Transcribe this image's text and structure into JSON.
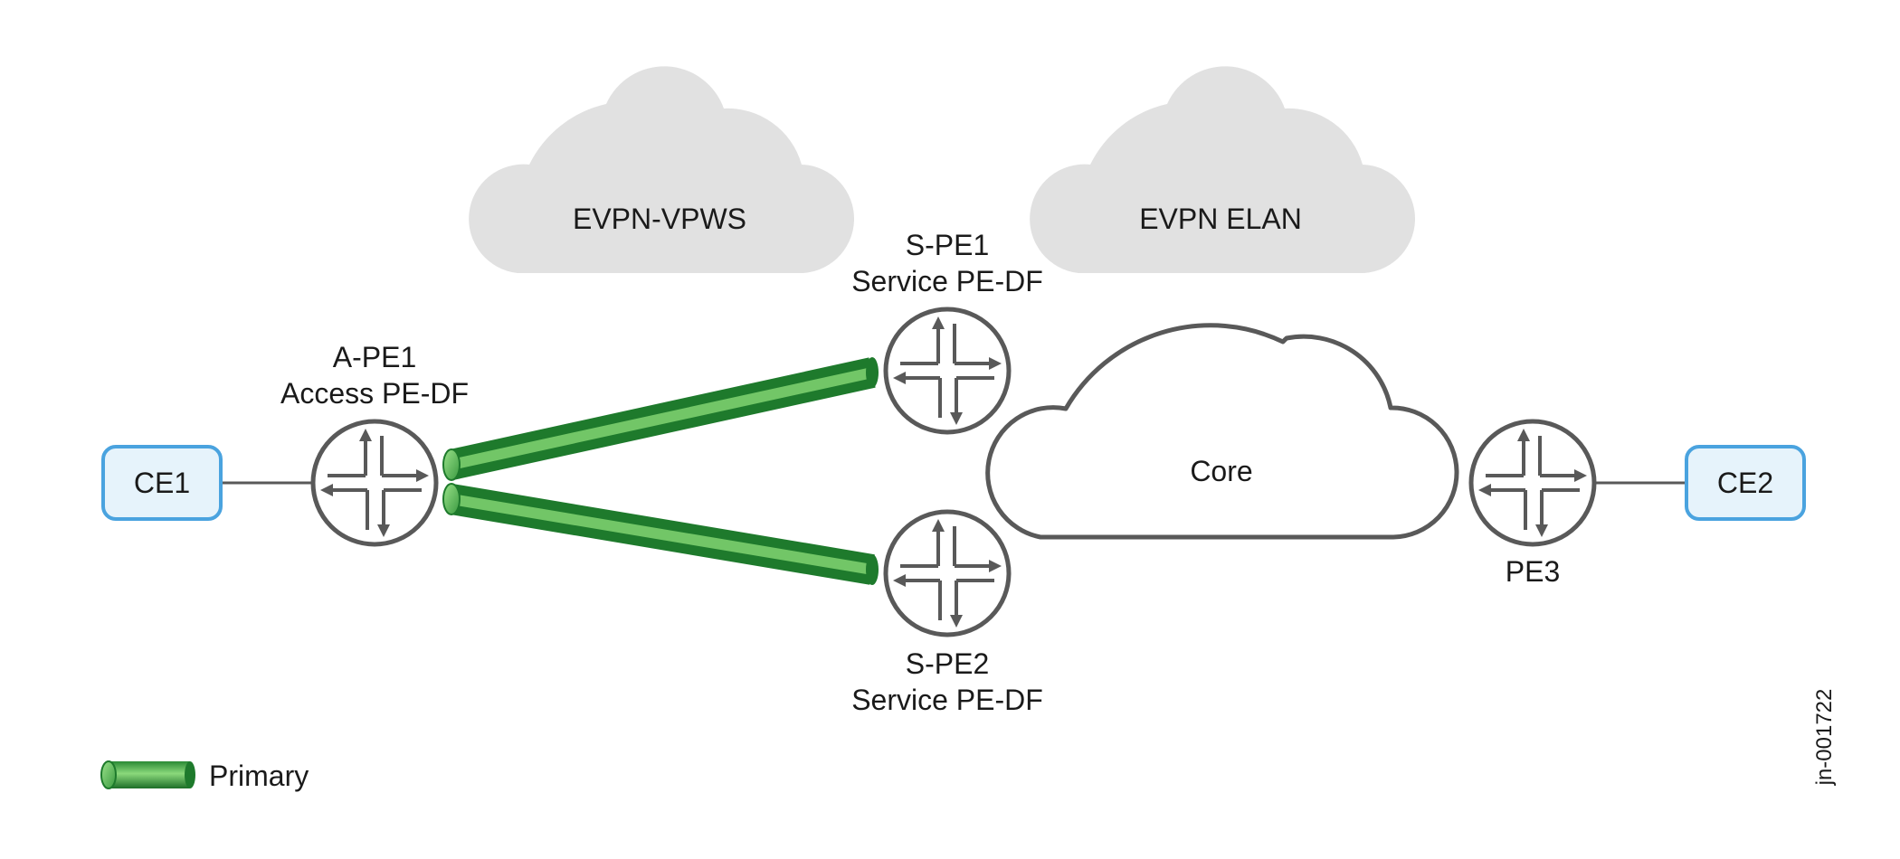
{
  "clouds": {
    "vpws_label": "EVPN-VPWS",
    "elan_label": "EVPN ELAN",
    "core_label": "Core",
    "vpws_fill": "#e1e1e1",
    "core_stroke": "#595959"
  },
  "nodes": {
    "ce1": {
      "label": "CE1"
    },
    "ce2": {
      "label": "CE2"
    },
    "ape1": {
      "name": "A-PE1",
      "role": "Access PE-DF"
    },
    "spe1": {
      "name": "S-PE1",
      "role": "Service PE-DF"
    },
    "spe2": {
      "name": "S-PE2",
      "role": "Service PE-DF"
    },
    "pe3": {
      "name": "PE3"
    }
  },
  "legend": {
    "primary_label": "Primary"
  },
  "figure_id": "jn-001722",
  "colors": {
    "ce_border": "#4aa3df",
    "ce_fill": "#e6f3fb",
    "router_stroke": "#595959",
    "tunnel_dark": "#1e7a2c",
    "tunnel_light": "#7ccf6e",
    "link": "#595959"
  }
}
